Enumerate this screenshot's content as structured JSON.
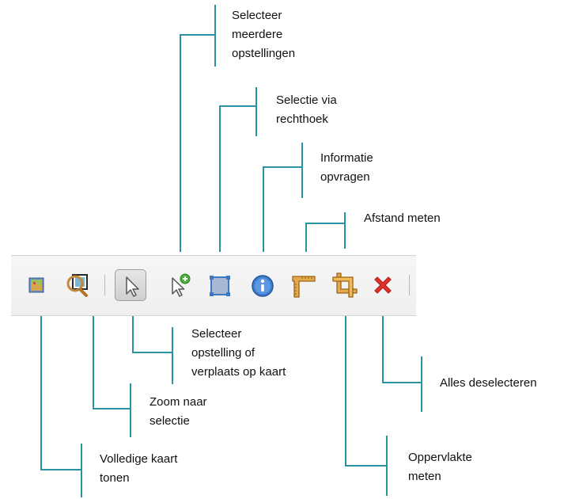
{
  "accent_color": "#2a93a1",
  "labels": {
    "select_multiple": [
      "Selecteer",
      "meerdere",
      "opstellingen"
    ],
    "select_rectangle": [
      "Selectie via",
      "rechthoek"
    ],
    "info": [
      "Informatie",
      "opvragen"
    ],
    "distance": [
      "Afstand meten"
    ],
    "select_move": [
      "Selecteer",
      "opstelling of",
      "verplaats op kaart"
    ],
    "zoom": [
      "Zoom naar",
      "selectie"
    ],
    "full_map": [
      "Volledige kaart",
      "tonen"
    ],
    "deselect": [
      "Alles deselecteren"
    ],
    "area": [
      "Oppervlakte",
      "meten"
    ]
  },
  "toolbar": {
    "buttons": [
      {
        "id": "full-map",
        "icon": "map-icon"
      },
      {
        "id": "zoom-selection",
        "icon": "zoom-selection-icon"
      },
      {
        "id": "select-move",
        "icon": "cursor-arrow-icon",
        "active": true
      },
      {
        "id": "select-multiple",
        "icon": "cursor-plus-icon"
      },
      {
        "id": "select-rectangle",
        "icon": "rectangle-select-icon"
      },
      {
        "id": "info",
        "icon": "info-icon"
      },
      {
        "id": "distance",
        "icon": "ruler-icon"
      },
      {
        "id": "area",
        "icon": "crop-area-icon"
      },
      {
        "id": "deselect",
        "icon": "red-x-icon"
      }
    ]
  }
}
